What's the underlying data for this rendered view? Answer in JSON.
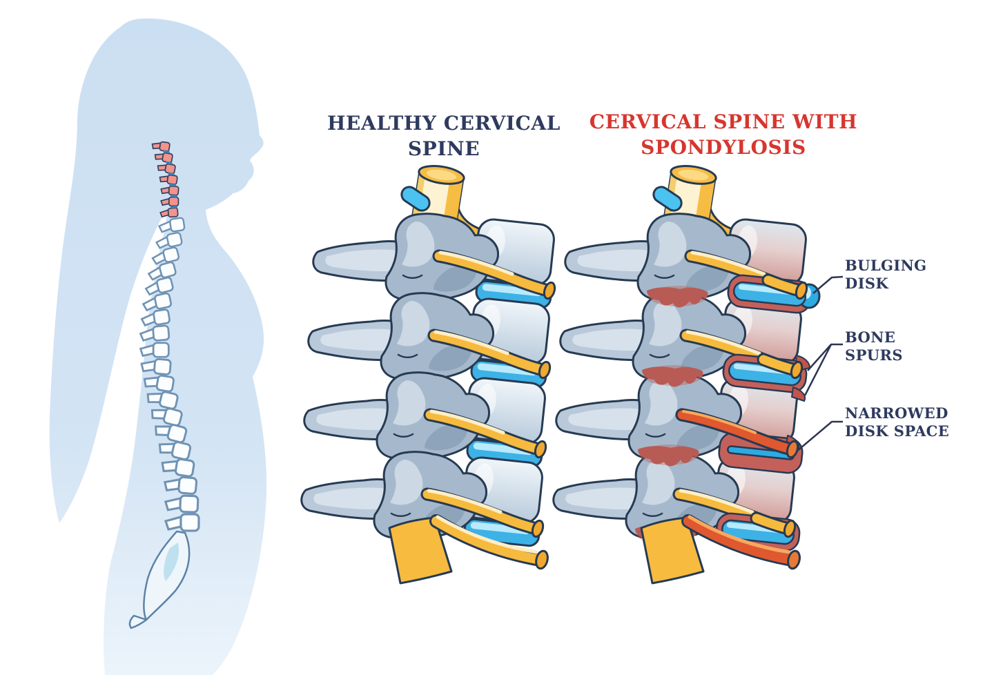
{
  "page": {
    "type": "medical-illustration",
    "subject": "Cervical spine spondylosis outline diagram",
    "background": "#ffffff"
  },
  "titles": {
    "healthy": {
      "line1": "HEALTHY CERVICAL",
      "line2": "SPINE",
      "color": "#2e3a5e"
    },
    "spondylosis": {
      "line1": "CERVICAL SPINE WITH",
      "line2": "SPONDYLOSIS",
      "color": "#d6362f"
    }
  },
  "annotations": {
    "bulging_disk": {
      "line1": "BULGING",
      "line2": "DISK"
    },
    "bone_spurs": {
      "line1": "BONE",
      "line2": "SPURS"
    },
    "narrowed_disk_space": {
      "line1": "NARROWED",
      "line2": "DISK SPACE"
    }
  },
  "figure": {
    "left_panel": "female profile silhouette with full spine, cervical region highlighted red",
    "middle_panel": "healthy cervical vertebrae stack with yellow spinal cord and nerve roots, blue disks",
    "right_panel": "degenerated cervical vertebrae with bulging disk, bone spurs and narrowed disk space",
    "colors": {
      "silhouette_blue": "#cde0f2",
      "highlight_red": "#f2938c",
      "bone_gray_blue": "#a6b9cc",
      "bone_light": "#d6e1eb",
      "vertebral_body_pale": "#eef4f9",
      "disk_blue": "#3db2e6",
      "nerve_yellow": "#f6ba3e",
      "spinal_cord_cream": "#fdf3d3",
      "inflamed_red": "#c4605a",
      "compressed_nerve_red": "#e0582f",
      "outline_navy": "#263a52",
      "leader_line": "#2c3552"
    }
  }
}
